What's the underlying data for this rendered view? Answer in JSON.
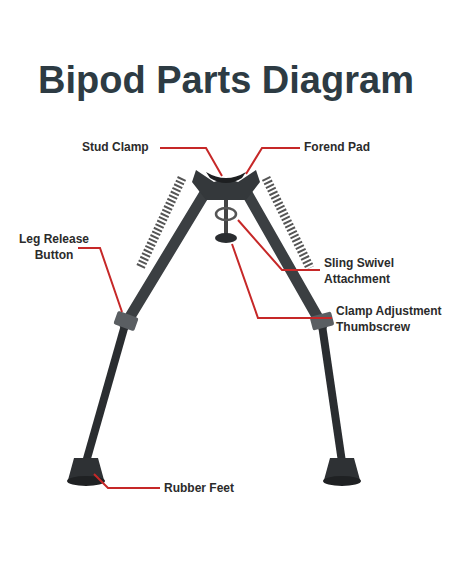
{
  "diagram": {
    "title": "Bipod Parts Diagram",
    "labels": [
      "Stud Clamp",
      "Forend Pad",
      "Leg Release Button",
      "Sling Swivel Attachment",
      "Clamp Adjustment Thumbscrew",
      "Rubber Feet"
    ]
  }
}
